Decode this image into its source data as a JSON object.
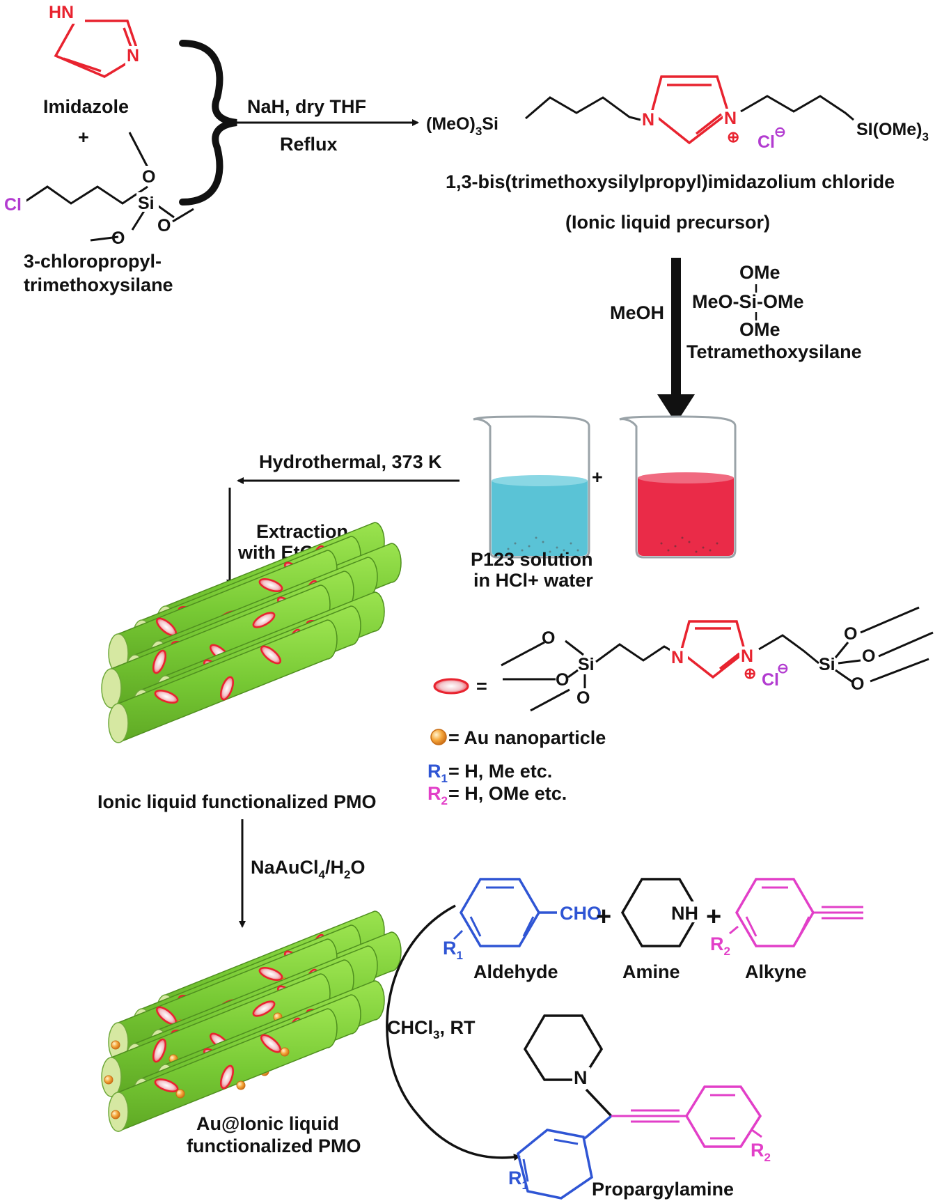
{
  "colors": {
    "red": "#e8232f",
    "purple": "#b23bd0",
    "blue": "#2f55d4",
    "magenta": "#e23fc8",
    "black": "#111111",
    "tube_green": "#7fd13b",
    "tube_end": "#d6e8a2",
    "beaker_blue": "#5ac3d6",
    "beaker_red": "#ea2b48",
    "au_orange": "#f39a2e"
  },
  "labels": {
    "imidazole": "Imidazole",
    "plus": "+",
    "chloropropyl_1": "3-chloropropyl-",
    "chloropropyl_2": "trimethoxysilane",
    "reagent_top": "NaH, dry THF",
    "reagent_bottom": "Reflux",
    "product_name": "1,3-bis(trimethoxysilylpropyl)imidazolium chloride",
    "product_note": "(Ionic liquid precursor)",
    "methanol": "MeOH",
    "tmos": "Tetramethoxysilane",
    "hydrothermal": "Hydrothermal, 373 K",
    "extraction_1": "Extraction",
    "extraction_2": "with EtOH/HCl",
    "p123_1": "P123 solution",
    "p123_2": "in HCl+ water",
    "pmo": "Ionic liquid functionalized PMO",
    "equals": "=",
    "au_np": "= Au nanoparticle",
    "r1_def": "= H, Me etc.",
    "r2_def": "= H, OMe etc.",
    "naaucl4": "NaAuCl",
    "naaucl4_sub4": "4",
    "naaucl4_h2o": "/H",
    "naaucl4_sub2": "2",
    "naaucl4_o": "O",
    "au_pmo_1": "Au@Ionic liquid",
    "au_pmo_2": "functionalized PMO",
    "aldehyde": "Aldehyde",
    "amine": "Amine",
    "alkyne": "Alkyne",
    "cho": "CHO",
    "nh": "NH",
    "chcl3": "CHCl",
    "chcl3_sub": "3",
    "rt": ", RT",
    "propargylamine": "Propargylamine"
  },
  "atoms": {
    "hn": "HN",
    "n": "N",
    "cl": "Cl",
    "si": "Si",
    "o": "O",
    "meo3si": "(MeO)",
    "meo3si_sub": "3",
    "meo3si_si": "Si",
    "plus_charge": "⊕",
    "minus_charge": "⊖",
    "si_ome3_a": "SI(OMe)",
    "si_ome3_sub": "3",
    "ome": "OMe",
    "meo_si_ome": "MeO-Si-OMe",
    "r": "R",
    "r1_sub": "1",
    "r2_sub": "2"
  }
}
